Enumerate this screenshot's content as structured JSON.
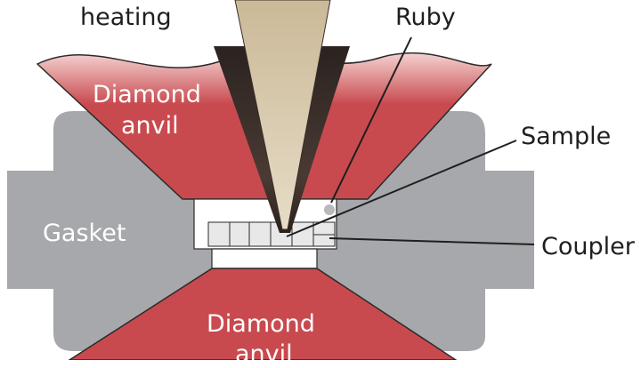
{
  "labels": {
    "heating": "heating",
    "ruby": "Ruby",
    "sample": "Sample",
    "coupler": "Coupler",
    "gasket": "Gasket",
    "top_anvil_line1": "Diamond",
    "top_anvil_line2": "anvil",
    "bottom_anvil_line1": "Diamond",
    "bottom_anvil_line2": "anvil"
  },
  "colors": {
    "diamond_anvil": "#c84a4f",
    "diamond_anvil_glow": "#f4d2d0",
    "gasket": "#a7a8ab",
    "laser_beam_outer": "#3d2e2a",
    "laser_beam_inner": "#d7c6a4",
    "sample_chamber": "#ffffff",
    "coupler_cells": "#e8e8e8",
    "ruby_dot": "#b9b9bd",
    "outline": "#1f1f1f"
  },
  "icons": {
    "ruby": "ruby-dot-icon"
  }
}
